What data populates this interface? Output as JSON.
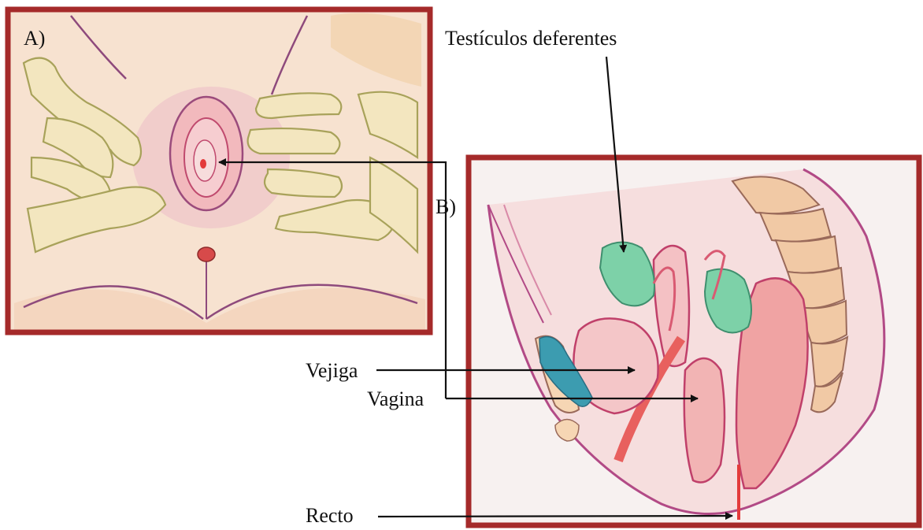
{
  "panels": {
    "a": {
      "letter": "A)"
    },
    "b": {
      "letter": "B)"
    }
  },
  "labels": {
    "testiculos": "Testículos deferentes",
    "vejiga": "Vejiga",
    "vagina": "Vagina",
    "recto": "Recto"
  },
  "colors": {
    "frame": "#a52a2a",
    "skin": "#f6ddc8",
    "tissue_pink": "#eda9ad",
    "tissue_red": "#e46b6b",
    "gland_green": "#7dd1a8",
    "gland_blue": "#3a9ab0",
    "outline_purple": "#8b3d7a",
    "arrow": "#111111"
  }
}
